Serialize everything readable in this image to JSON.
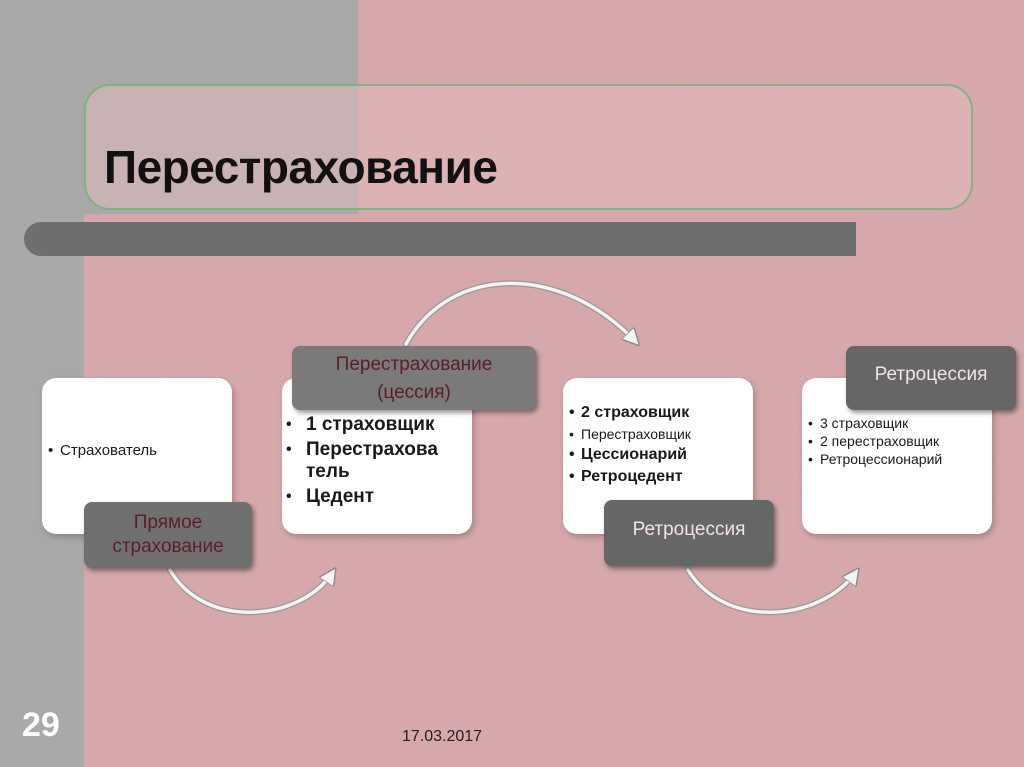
{
  "slide": {
    "title": "Перестрахование",
    "number": "29",
    "date": "17.03.2017"
  },
  "boxes": [
    {
      "items": [
        {
          "text": "Страхователь"
        }
      ],
      "label": "Прямое страхование",
      "label_lines": [
        "Прямое",
        "страхование"
      ]
    },
    {
      "items": [
        {
          "text": "1 страховщик"
        },
        {
          "text": "Перестрахова тель"
        },
        {
          "text": "Цедент"
        }
      ],
      "label": "Перестрахование (цессия)",
      "label_lines": [
        "Перестрахование",
        "(цессия)"
      ]
    },
    {
      "items": [
        {
          "text": "2 страховщик"
        },
        {
          "text": "Перестраховщик"
        },
        {
          "text": "Цессионарий"
        },
        {
          "text": "Ретроцедент"
        }
      ],
      "label": "Ретроцессия"
    },
    {
      "items": [
        {
          "text": "3 страховщик"
        },
        {
          "text": "2 перестраховщик"
        },
        {
          "text": "Ретроцессионарий"
        }
      ],
      "label": "Ретроцессия"
    }
  ],
  "colors": {
    "background": "#d9a9ac",
    "sidebar": "#a9a9a9",
    "title_border": "#7fb37f",
    "divider": "#6f6f6f",
    "tag": "#6a6a6a",
    "arrow": "#f2f2f2"
  }
}
